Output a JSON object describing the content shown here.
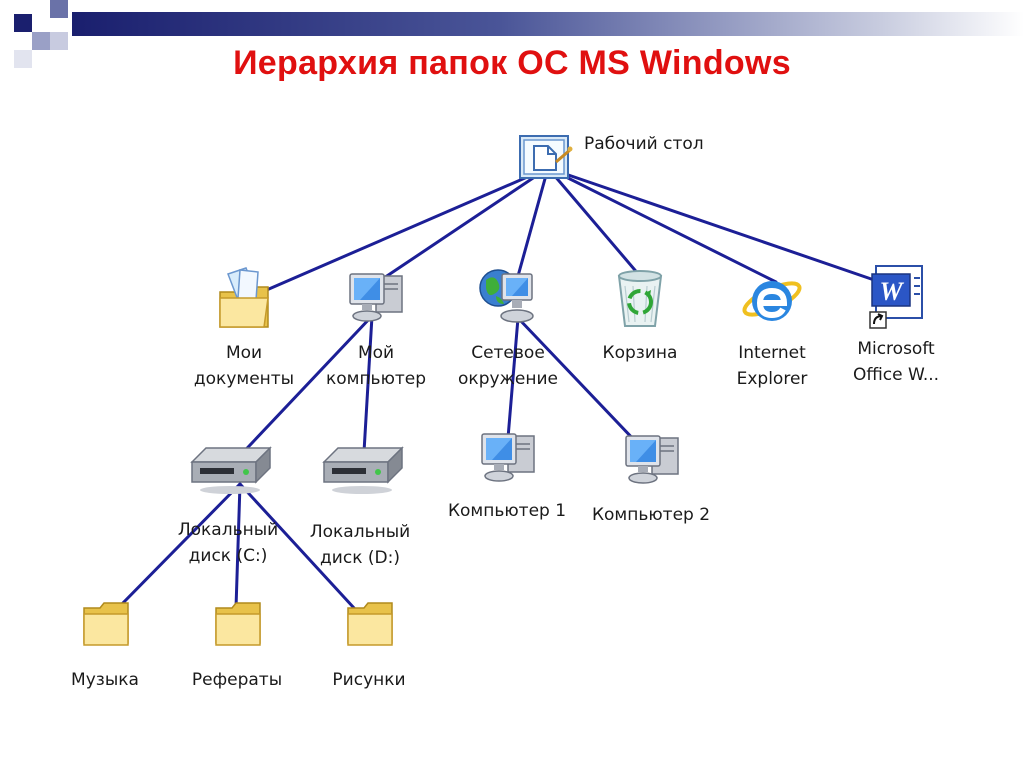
{
  "title": "Иерархия папок ОС MS Windows",
  "nodes": {
    "desktop": {
      "label": "Рабочий стол"
    },
    "mydocs": {
      "line1": "Мои",
      "line2": "документы"
    },
    "mycomp": {
      "line1": "Мой",
      "line2": "компьютер"
    },
    "network": {
      "line1": "Сетевое",
      "line2": "окружение"
    },
    "recycle": {
      "label": "Корзина"
    },
    "ie": {
      "line1": "Internet",
      "line2": "Explorer"
    },
    "word": {
      "line1": "Microsoft",
      "line2": "Office W..."
    },
    "diskc": {
      "line1": "Локальный",
      "line2": "диск (C:)"
    },
    "diskd": {
      "line1": "Локальный",
      "line2": "диск (D:)"
    },
    "comp1": {
      "label": "Компьютер 1"
    },
    "comp2": {
      "label": "Компьютер 2"
    },
    "music": {
      "label": "Музыка"
    },
    "reports": {
      "label": "Рефераты"
    },
    "pictures": {
      "label": "Рисунки"
    }
  },
  "edges": [
    [
      "desktop",
      "mydocs"
    ],
    [
      "desktop",
      "mycomp"
    ],
    [
      "desktop",
      "network"
    ],
    [
      "desktop",
      "recycle"
    ],
    [
      "desktop",
      "ie"
    ],
    [
      "desktop",
      "word"
    ],
    [
      "mycomp",
      "diskc"
    ],
    [
      "mycomp",
      "diskd"
    ],
    [
      "network",
      "comp1"
    ],
    [
      "network",
      "comp2"
    ],
    [
      "diskc",
      "music"
    ],
    [
      "diskc",
      "reports"
    ],
    [
      "diskc",
      "pictures"
    ]
  ],
  "colors": {
    "title": "#e01010",
    "edge": "#1c1f96"
  },
  "icons": {
    "desktop": "desktop-icon",
    "mydocs": "folder-documents-icon",
    "mycomp": "computer-icon",
    "network": "network-globe-icon",
    "recycle": "recycle-bin-icon",
    "ie": "internet-explorer-icon",
    "word": "word-shortcut-icon",
    "diskc": "hard-drive-icon",
    "diskd": "hard-drive-icon",
    "comp1": "computer-icon",
    "comp2": "computer-icon",
    "music": "folder-icon",
    "reports": "folder-icon",
    "pictures": "folder-icon"
  }
}
